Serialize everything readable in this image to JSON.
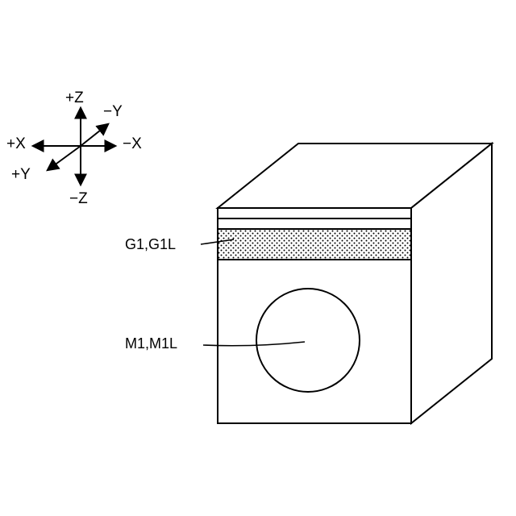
{
  "figure": {
    "background": "#ffffff",
    "line_color": "#000000",
    "axes": {
      "plus_z": "+Z",
      "minus_z": "−Z",
      "plus_x": "+X",
      "minus_x": "−X",
      "plus_y": "+Y",
      "minus_y": "−Y"
    },
    "labels": {
      "gate_band": "G1,G1L",
      "mark_circle": "M1,M1L"
    }
  }
}
